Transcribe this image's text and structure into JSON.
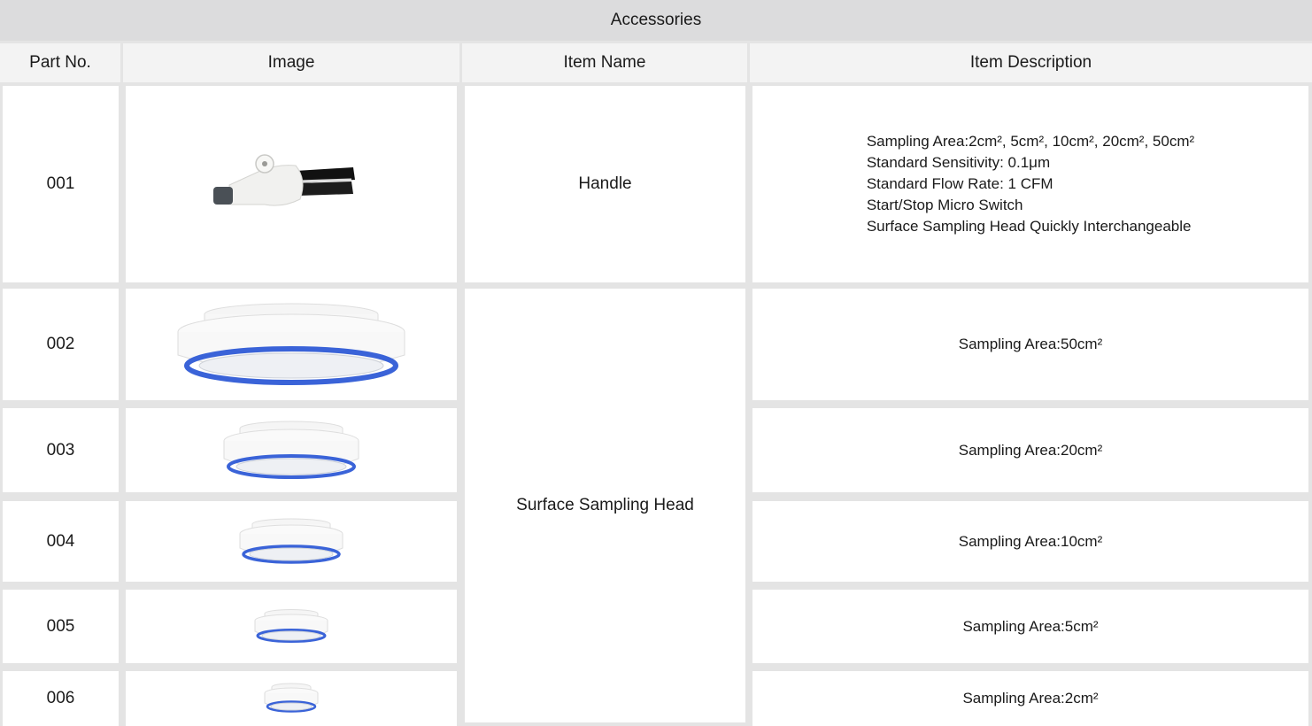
{
  "table": {
    "title": "Accessories",
    "headers": {
      "part_no": "Part No.",
      "image": "Image",
      "item_name": "Item Name",
      "item_description": "Item Description"
    },
    "rows": [
      {
        "part_no": "001",
        "item_name": "Handle",
        "image_icon": "handle-image",
        "description": [
          "Sampling Area:2cm², 5cm², 10cm², 20cm², 50cm²",
          "Standard Sensitivity: 0.1μm",
          "Standard Flow Rate: 1 CFM",
          "Start/Stop Micro Switch",
          "Surface Sampling Head Quickly Interchangeable"
        ]
      },
      {
        "part_no": "002",
        "item_name": "Surface Sampling Head",
        "image_icon": "sampling-head-image",
        "description": [
          "Sampling Area:50cm²"
        ]
      },
      {
        "part_no": "003",
        "item_name": "Surface Sampling Head",
        "image_icon": "sampling-head-image",
        "description": [
          "Sampling Area:20cm²"
        ]
      },
      {
        "part_no": "004",
        "item_name": "Surface Sampling Head",
        "image_icon": "sampling-head-image",
        "description": [
          "Sampling Area:10cm²"
        ]
      },
      {
        "part_no": "005",
        "item_name": "Surface Sampling Head",
        "image_icon": "sampling-head-image",
        "description": [
          "Sampling Area:5cm²"
        ]
      },
      {
        "part_no": "006",
        "item_name": "Surface Sampling Head",
        "image_icon": "sampling-head-image",
        "description": [
          "Sampling Area:2cm²"
        ]
      }
    ]
  },
  "colors": {
    "header_bg": "#dcdcdd",
    "grid": "#e4e4e4",
    "ring_blue": "#3a63d8"
  }
}
